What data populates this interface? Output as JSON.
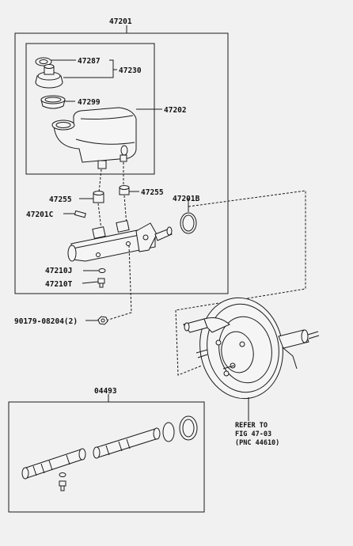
{
  "labels": {
    "master_cylinder_assy": "47201",
    "reservoir_assy": "47202",
    "reservoir_cap": "47287",
    "cap_set": "47230",
    "strainer": "47299",
    "grommet_left": "47255",
    "grommet_right": "47255",
    "oring": "47201B",
    "pin": "47201C",
    "plug_j": "47210J",
    "plug_t": "47210T",
    "nut": "90179-08204(2)",
    "kit": "04493",
    "refer_line1": "REFER TO",
    "refer_line2": "FIG 47-03",
    "refer_line3": "(PNC 44610)"
  }
}
